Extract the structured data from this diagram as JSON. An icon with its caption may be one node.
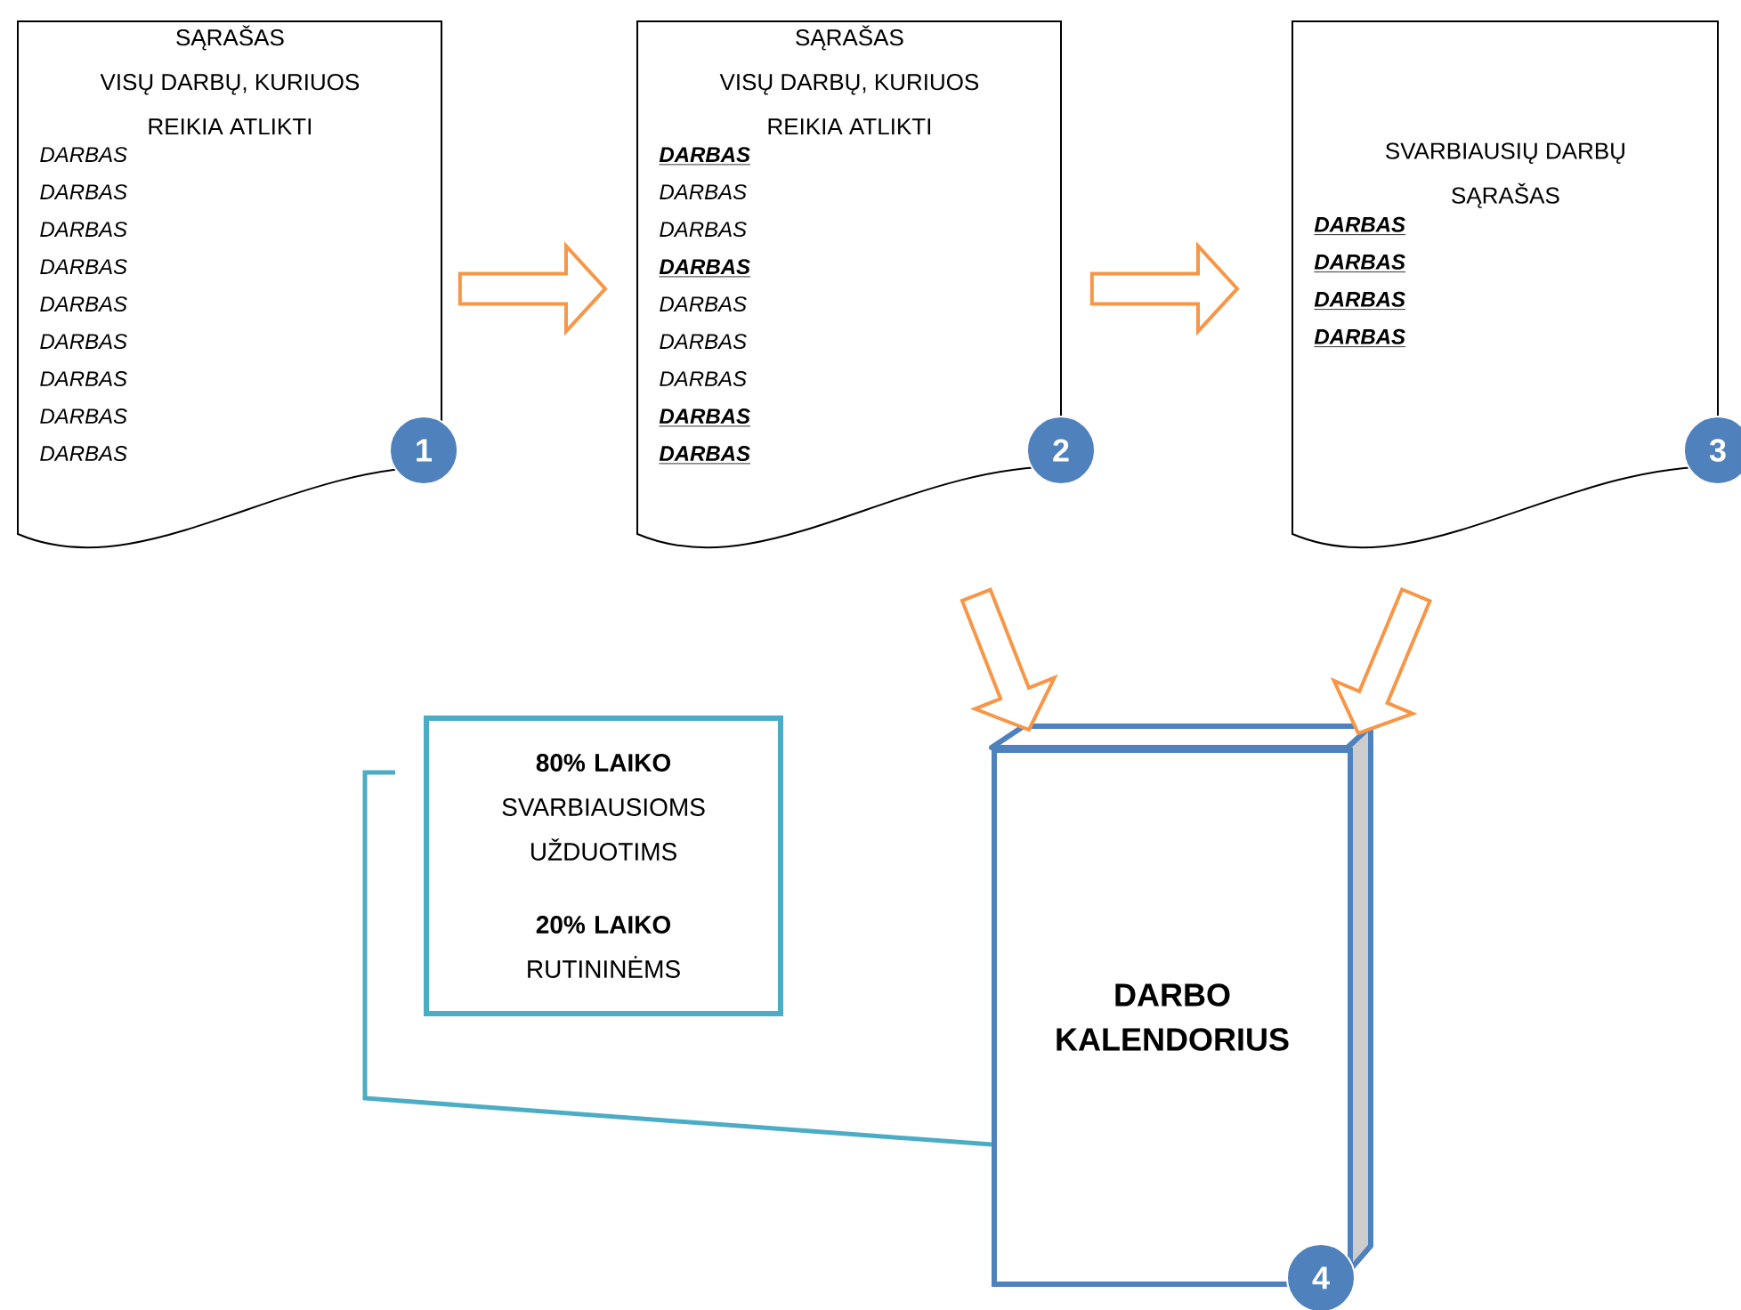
{
  "diagram": {
    "nodes": [
      {
        "text": [
          "SĄRAŠAS",
          "VISŲ DARBŲ, KURIUOS REIKIA ATLIKTI",
          "DARBAS",
          "DARBAS",
          "DARBAS",
          "DARBAS",
          "DARBAS",
          "DARBAS",
          "DARBAS",
          "DARBAS",
          "DARBAS"
        ]
      },
      {
        "text": [
          "1"
        ]
      },
      {
        "text": [
          "SĄRAŠAS",
          "VISŲ DARBŲ, KURIUOS REIKIA ATLIKTI",
          "DARBAS",
          "DARBAS",
          "DARBAS",
          "DARBAS",
          "DARBAS",
          "DARBAS",
          "DARBAS",
          "DARBAS",
          "DARBAS"
        ]
      },
      {
        "text": [
          "2"
        ]
      },
      {
        "text": [
          "SVARBIAUSIŲ DARBŲ SĄRAŠAS",
          "DARBAS",
          "DARBAS",
          "DARBAS",
          "DARBAS"
        ]
      },
      {
        "text": [
          "3"
        ]
      },
      {
        "text": [
          "80% LAIKO",
          "SVARBIAUSIOMS UŽDUOTIMS",
          "20% LAIKO",
          "RUTININĖMS"
        ]
      },
      {
        "text": [
          "DARBO KALENDORIUS"
        ]
      },
      {
        "text": [
          "4"
        ]
      }
    ],
    "edges": [
      {
        "from": 0,
        "to": 2,
        "arrow": "to"
      },
      {
        "from": 2,
        "to": 4,
        "arrow": "to"
      },
      {
        "from": 2,
        "to": 7,
        "arrow": "to"
      },
      {
        "from": 4,
        "to": 7,
        "arrow": "to"
      },
      {
        "from": 6,
        "to": 7,
        "arrow": "none",
        "color": "#4bacc6"
      }
    ]
  }
}
